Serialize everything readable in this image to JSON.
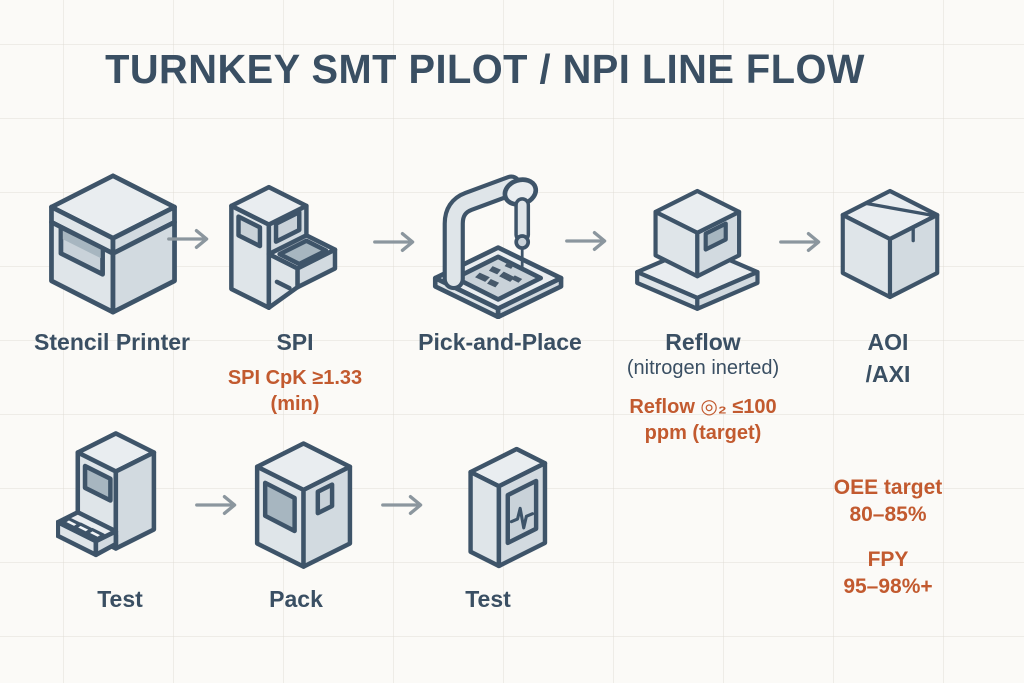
{
  "title": "TURNKEY SMT PILOT / NPI LINE FLOW",
  "colors": {
    "ink": "#3a4f63",
    "accent_orange": "#c25a2f",
    "arrow_gray": "#8b969e",
    "icon_outline": "#3e5469",
    "icon_fill_light": "#e9edf0",
    "icon_fill_mid": "#d2dae0",
    "background": "#fbfaf7"
  },
  "top_row": {
    "nodes": [
      {
        "label": "Stencil Printer",
        "icon": "stencil-printer-icon"
      },
      {
        "label": "SPI",
        "icon": "spi-machine-icon",
        "note": "SPI CpK ≥1.33\n(min)"
      },
      {
        "label": "Pick-and-Place",
        "icon": "pick-and-place-icon"
      },
      {
        "label": "Reflow",
        "sublabel": "(nitrogen inerted)",
        "icon": "reflow-oven-icon",
        "note": "Reflow ◎₂ ≤100\nppm (target)"
      },
      {
        "label": "AOI\n/AXI",
        "icon": "aoi-axi-box-icon"
      }
    ]
  },
  "bottom_row": {
    "nodes": [
      {
        "label": "Test",
        "icon": "test-terminal-icon"
      },
      {
        "label": "Pack",
        "icon": "pack-box-icon"
      },
      {
        "label": "Test",
        "icon": "test-analyzer-icon"
      }
    ]
  },
  "metrics": [
    {
      "text": "OEE target\n80–85%"
    },
    {
      "text": "FPY\n95–98%+"
    }
  ]
}
